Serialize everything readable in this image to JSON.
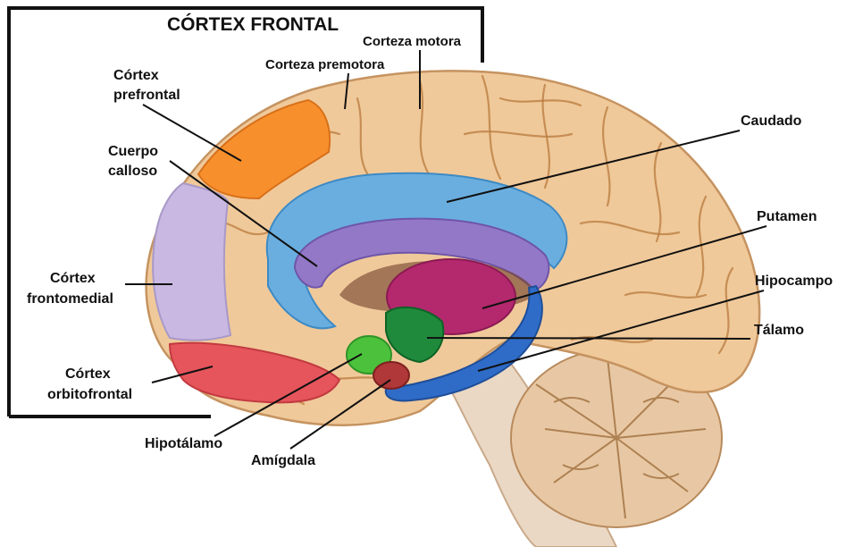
{
  "title": "CÓRTEX FRONTAL",
  "labels": {
    "corteza_motora": "Corteza motora",
    "corteza_premotora": "Corteza premotora",
    "cortex_prefrontal_1": "Córtex",
    "cortex_prefrontal_2": "prefrontal",
    "cuerpo_calloso_1": "Cuerpo",
    "cuerpo_calloso_2": "calloso",
    "caudado": "Caudado",
    "putamen": "Putamen",
    "hipocampo": "Hipocampo",
    "talamo": "Tálamo",
    "cortex_frontomedial_1": "Córtex",
    "cortex_frontomedial_2": "frontomedial",
    "cortex_orbitofrontal_1": "Córtex",
    "cortex_orbitofrontal_2": "orbitofrontal",
    "hipotalamo": "Hipotálamo",
    "amigdala": "Amígdala"
  },
  "colors": {
    "cortex": "#f0c99a",
    "gyrus_line": "#b87a3c",
    "prefrontal": "#f7902c",
    "frontomedial": "#c8b8e2",
    "orbitofrontal": "#e6555c",
    "caudado": "#6aaee0",
    "cuerpo_calloso": "#9478c8",
    "putamen": "#b4286e",
    "talamo": "#1f8a3c",
    "hipotalamo": "#4cc23c",
    "amigdala": "#b03838",
    "hipocampo": "#2f6cc8",
    "cerebelo": "#e8c8a4",
    "tronco": "#ead8c4"
  }
}
